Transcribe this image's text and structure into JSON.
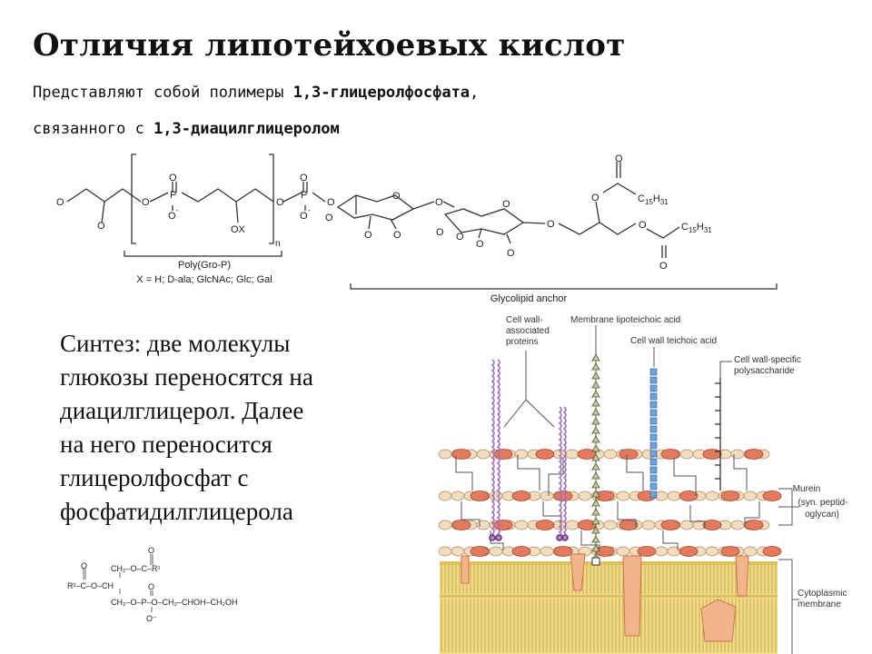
{
  "slide": {
    "title": "Отличия липотейхоевых кислот",
    "line1_pre": "Представляют собой полимеры ",
    "line1_bold": "1,3-глицеролфосфата",
    "line1_post": ",",
    "line2_pre": "связанного с ",
    "line2_bold": "1,3-диацилглицеролом",
    "synthesis": [
      "Синтез: две молекулы",
      "глюкозы переносятся на",
      "диацилглицерол. Далее",
      "на него переносится",
      "глицеролфосфат с",
      "фосфатидилглицерола"
    ]
  },
  "structure": {
    "oxygen": "O",
    "phosphorus": "P",
    "o_minus": "O",
    "minus": "-",
    "ox": "OX",
    "n": "n",
    "acyl_c": "C",
    "acyl_h": "H",
    "acyl_c_sub": "15",
    "acyl_h_sub": "31",
    "poly_label": "Poly(Gro-P)",
    "x_label": "X = H; D-ala; GlcNAc; Glc; Gal",
    "anchor_label": "Glycolipid anchor"
  },
  "formula": {
    "row1": "CH₂–O–C–R¹",
    "row2": "R²–C–O–CH",
    "row3": "CH₂–O–P–O–CH₂–CHOH–CH₂OH",
    "o": "O",
    "ominus": "O⁻"
  },
  "diagram": {
    "labels": {
      "proteins": [
        "Cell wall-",
        "associated",
        "proteins"
      ],
      "lta": "Membrane lipoteichoic acid",
      "wta": "Cell wall teichoic acid",
      "polysaccharide": [
        "Cell wall-specific",
        "polysaccharide"
      ],
      "murein": [
        "Murein",
        "(syn. peptid-",
        "oglycan)"
      ],
      "membrane": [
        "Cytoplasmic",
        "membrane"
      ]
    },
    "colors": {
      "protein": "#b088c8",
      "lta_triangle": "#c8c896",
      "wta_square": "#6fa0d8",
      "murein_oval": "#e37a5e",
      "murein_bead": "#f3ddc0",
      "membrane": "#f1dc8c",
      "membrane_protein": "#f2b48a"
    }
  }
}
